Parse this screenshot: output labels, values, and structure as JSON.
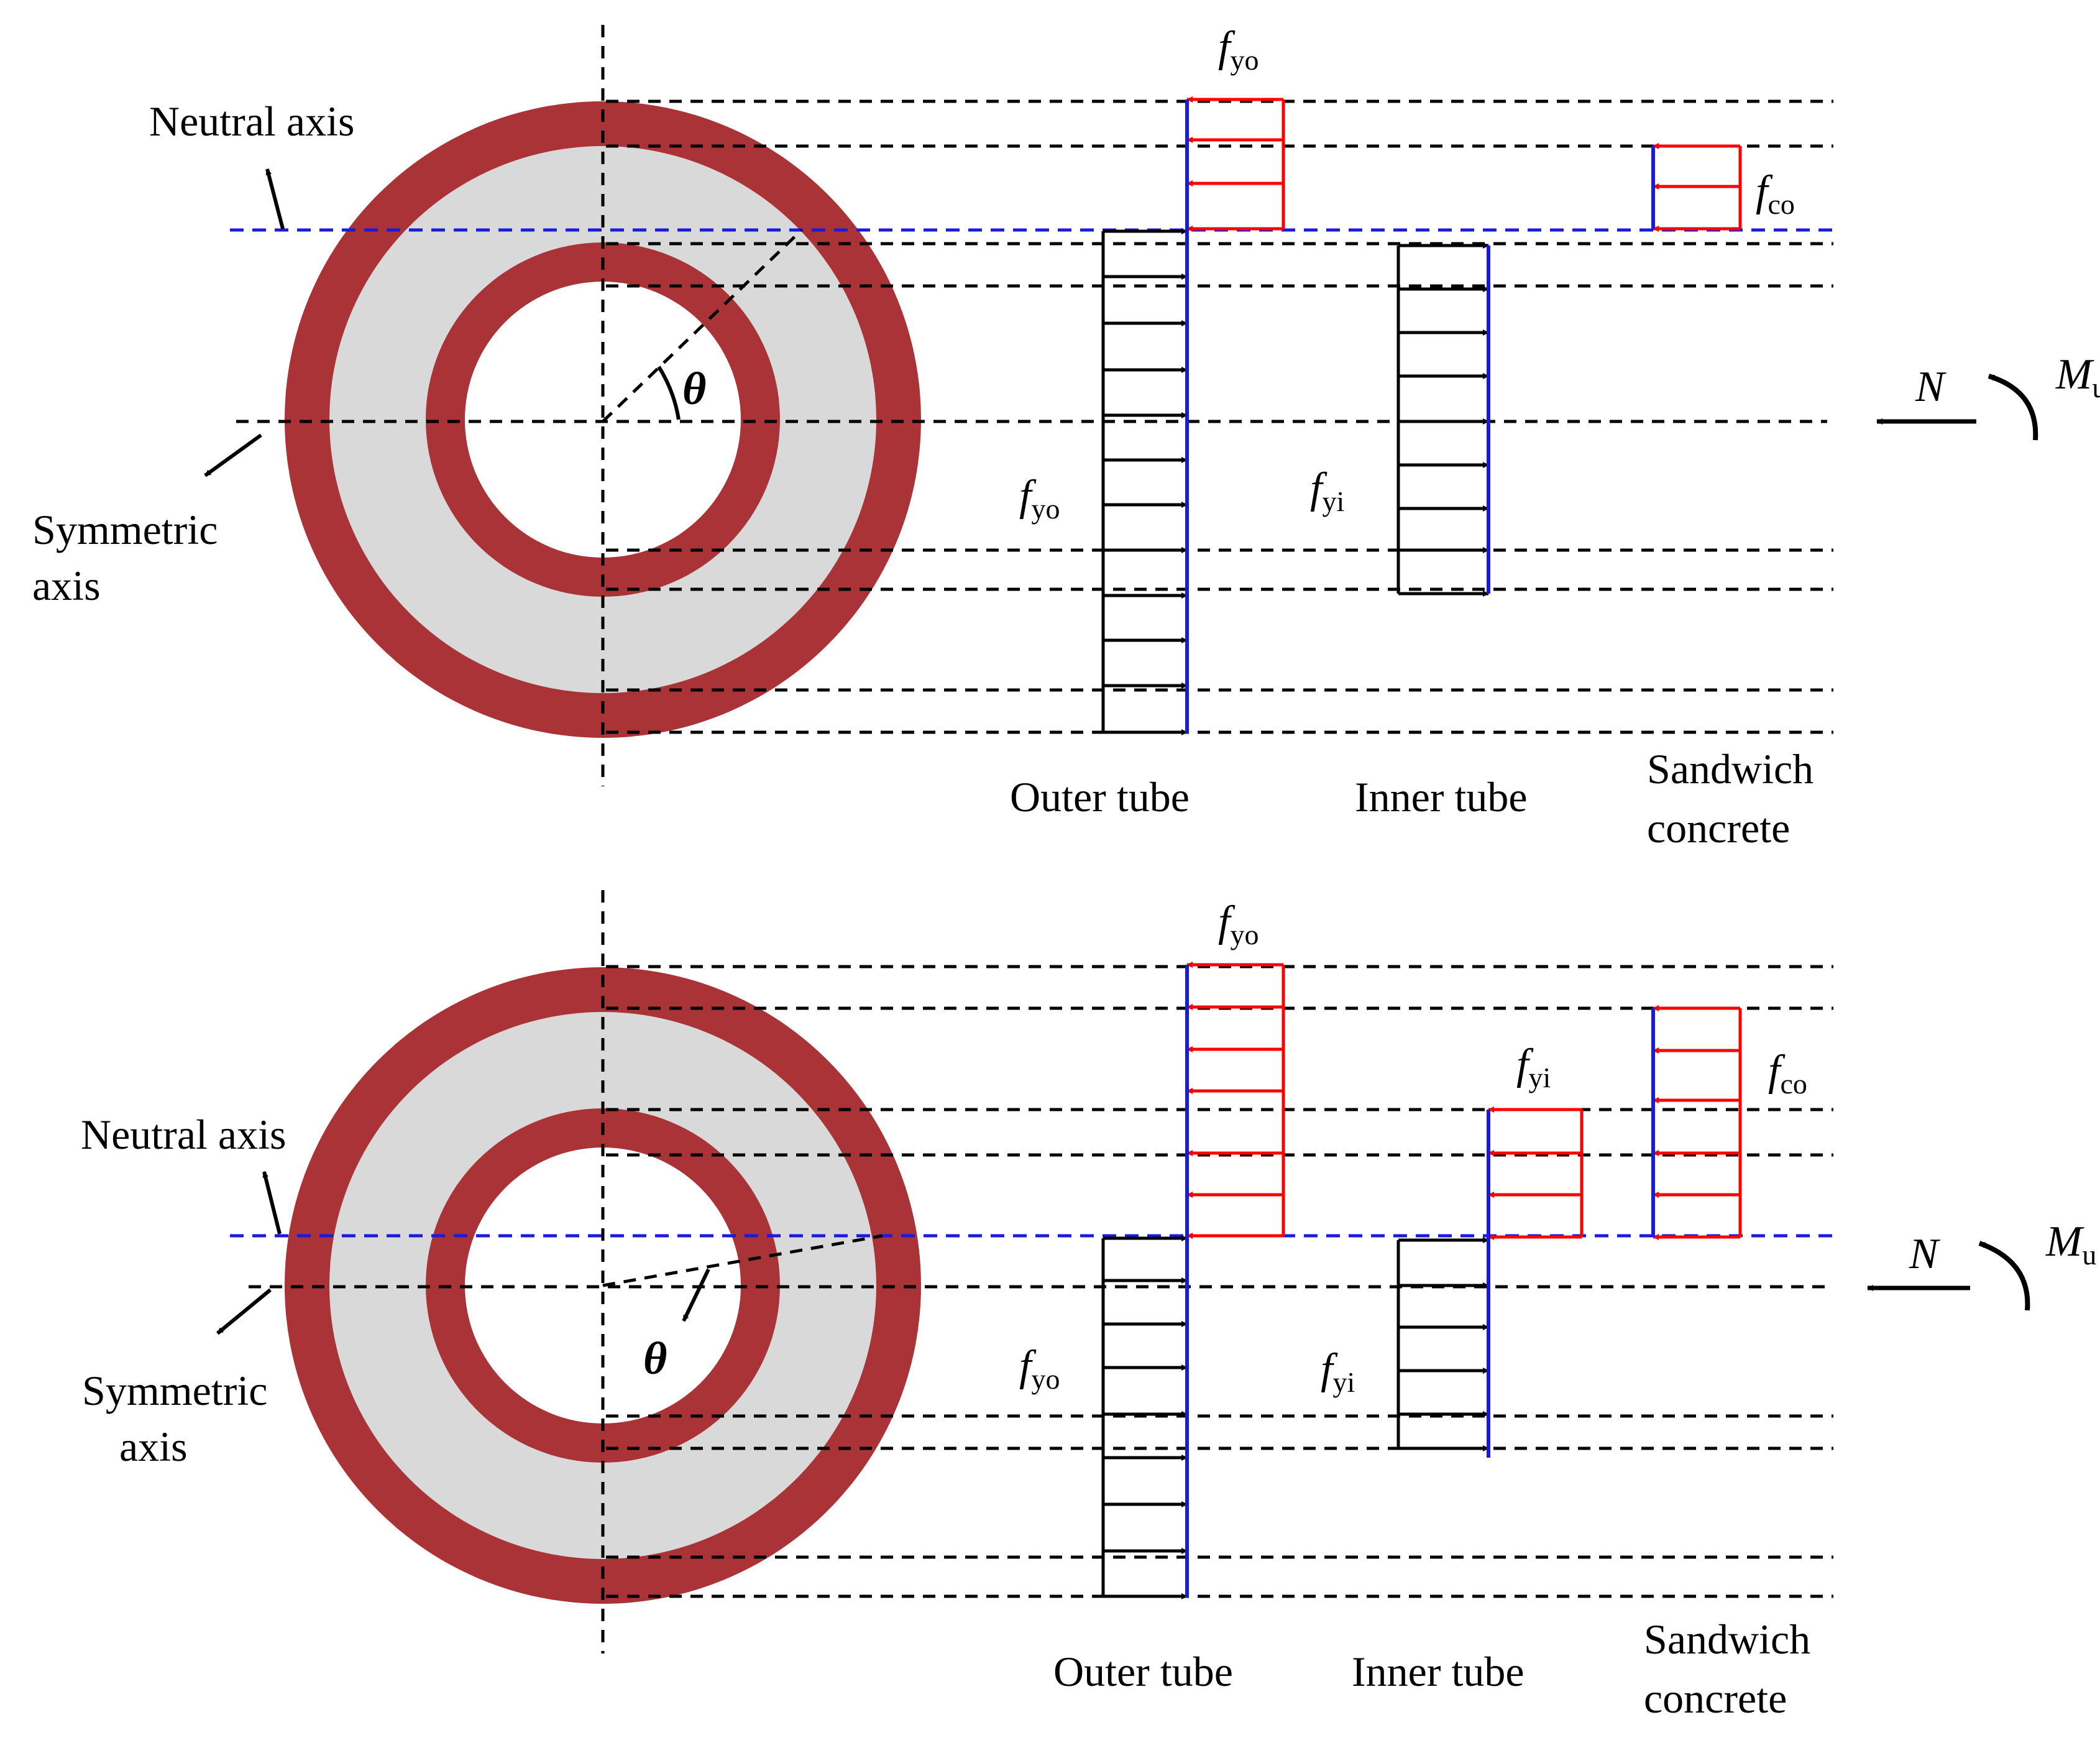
{
  "colors": {
    "steel": "#a93336",
    "concrete": "#d9d9d9",
    "neutral_axis": "#1a1adb",
    "tension": "#000000",
    "compression": "#ff0000",
    "stress_line": "#1a1adb"
  },
  "panel_top": {
    "neutral_axis_label": "Neutral axis",
    "symmetric_axis_label_1": "Symmetric",
    "symmetric_axis_label_2": "axis",
    "angle_label": "θ",
    "outer_tube_label": "Outer tube",
    "inner_tube_label": "Inner tube",
    "sandwich_label_1": "Sandwich",
    "sandwich_label_2": "concrete",
    "fyo_top": {
      "base": "f",
      "sub": "yo"
    },
    "fyo_mid": {
      "base": "f",
      "sub": "yo"
    },
    "fyi_mid": {
      "base": "f",
      "sub": "yi"
    },
    "fco": {
      "base": "f",
      "sub": "co"
    },
    "N": "N",
    "Mu": {
      "base": "M",
      "sub": "u"
    }
  },
  "panel_bottom": {
    "neutral_axis_label": "Neutral axis",
    "symmetric_axis_label_1": "Symmetric",
    "symmetric_axis_label_2": "axis",
    "angle_label": "θ",
    "outer_tube_label": "Outer tube",
    "inner_tube_label": "Inner tube",
    "sandwich_label_1": "Sandwich",
    "sandwich_label_2": "concrete",
    "fyo_top": {
      "base": "f",
      "sub": "yo"
    },
    "fyi_top": {
      "base": "f",
      "sub": "yi"
    },
    "fco": {
      "base": "f",
      "sub": "co"
    },
    "fyo_mid": {
      "base": "f",
      "sub": "yo"
    },
    "fyi_mid": {
      "base": "f",
      "sub": "yi"
    },
    "N": "N",
    "Mu": {
      "base": "M",
      "sub": "u"
    }
  }
}
